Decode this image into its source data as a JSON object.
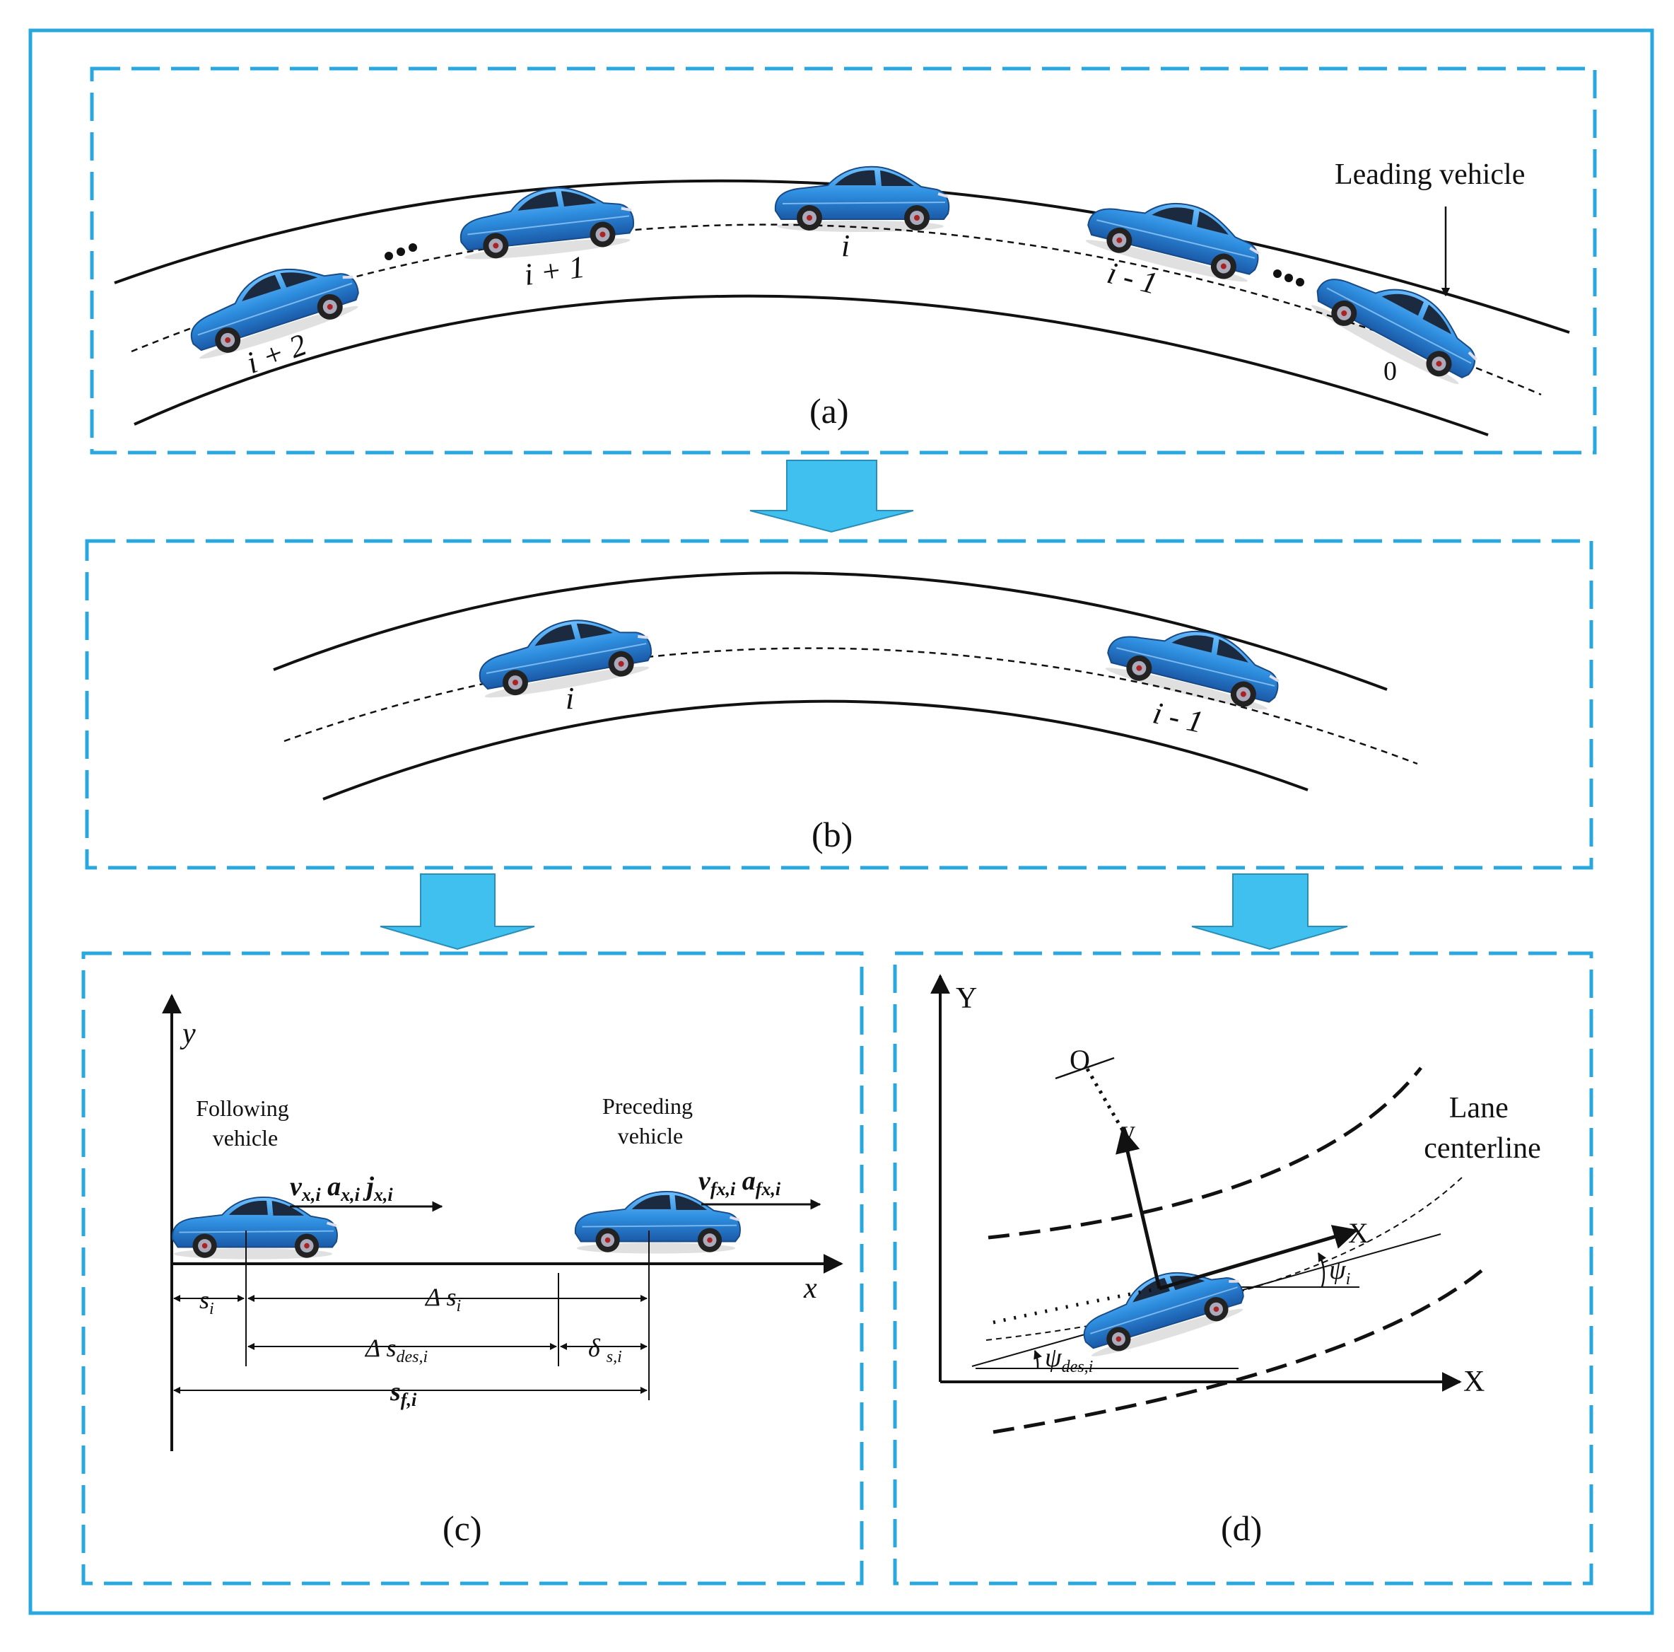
{
  "colors": {
    "frame": "#29a8df",
    "arrow_fill": "#3fc0ef",
    "arrow_stroke": "#2a8fb8",
    "car_body": "#2f8fe0",
    "car_dark": "#1a4f8c",
    "line": "#111111"
  },
  "panel_a": {
    "caption": "(a)",
    "leading_label": "Leading vehicle",
    "car_labels": [
      "i + 2",
      "i + 1",
      "i",
      "i - 1",
      "0"
    ]
  },
  "panel_b": {
    "caption": "(b)",
    "car_labels": [
      "i",
      "i - 1"
    ]
  },
  "panel_c": {
    "caption": "(c)",
    "axis_y": "y",
    "axis_x": "x",
    "following_line1": "Following",
    "following_line2": "vehicle",
    "preceding_line1": "Preceding",
    "preceding_line2": "vehicle",
    "follow_vars": "v<sub>x,i</sub>  a<sub>x,i</sub>  j<sub>x,i</sub>",
    "precede_vars": "v<sub>fx,i</sub>  a<sub>fx,i</sub>",
    "dim_s": "s<sub>i</sub>",
    "dim_delta_s": "Δ s<sub>i</sub>",
    "dim_delta_sdes": "Δ s<sub>des,i</sub>",
    "dim_delta_si": "δ <sub>s,i</sub>",
    "dim_sf": "s<sub>f,i</sub>"
  },
  "panel_d": {
    "caption": "(d)",
    "axis_Y": "Y",
    "axis_X": "X",
    "center_O": "O",
    "local_y": "y",
    "local_X": "X",
    "lane_line1": "Lane",
    "lane_line2": "centerline",
    "psi": "ψ<sub>i</sub>",
    "psi_des": "ψ<sub>des,i</sub>"
  }
}
